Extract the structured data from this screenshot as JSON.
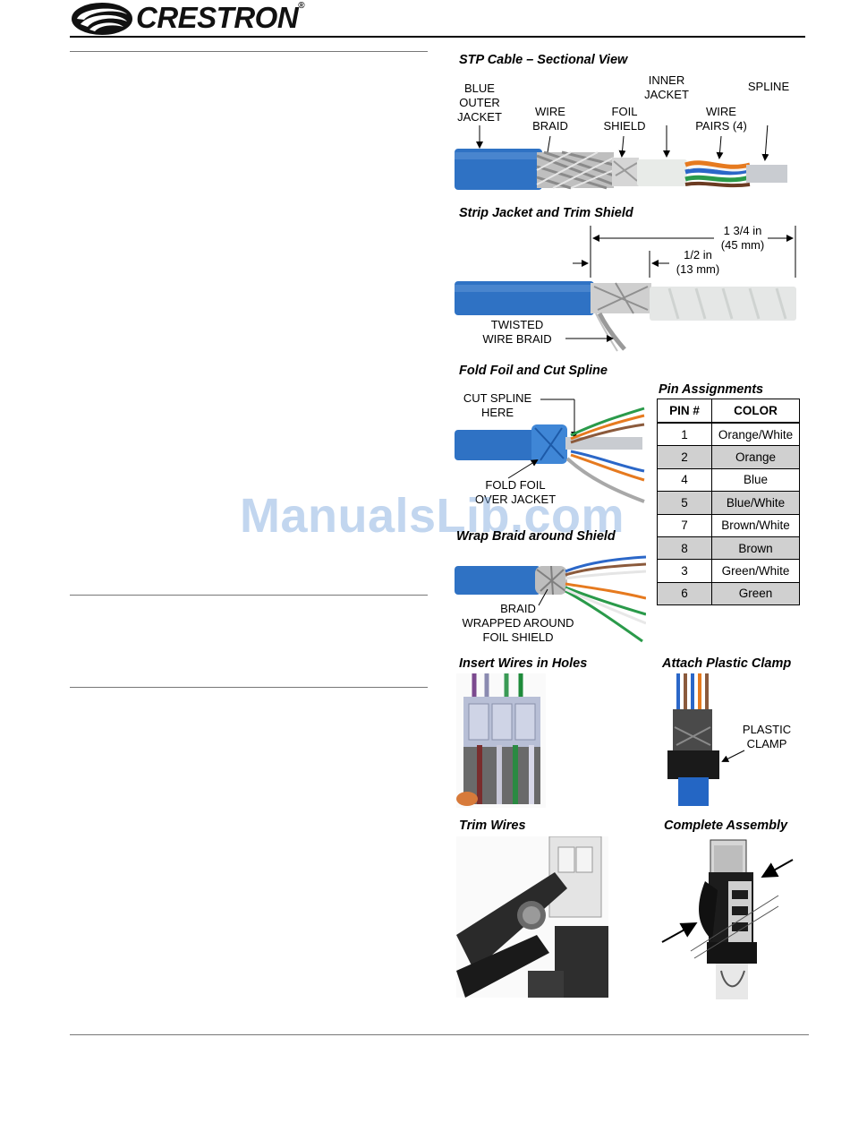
{
  "header": {
    "brand": "CRESTRON",
    "registered": "®"
  },
  "sections": {
    "stp": {
      "title": "STP Cable – Sectional View",
      "callouts": {
        "blue_outer_jacket": "BLUE\nOUTER\nJACKET",
        "wire_braid": "WIRE\nBRAID",
        "foil_shield": "FOIL\nSHIELD",
        "inner_jacket": "INNER\nJACKET",
        "wire_pairs": "WIRE\nPAIRS (4)",
        "spline": "SPLINE"
      }
    },
    "strip": {
      "title": "Strip Jacket and Trim Shield",
      "dim_long": "1 3/4 in\n(45 mm)",
      "dim_short": "1/2 in\n(13 mm)",
      "twisted_braid": "TWISTED\nWIRE BRAID"
    },
    "fold": {
      "title": "Fold Foil and Cut Spline",
      "cut_spline": "CUT SPLINE\nHERE",
      "fold_foil": "FOLD FOIL\nOVER JACKET"
    },
    "wrap": {
      "title": "Wrap Braid around Shield",
      "braid_wrapped": "BRAID\nWRAPPED AROUND\nFOIL SHIELD"
    },
    "insert": {
      "title": "Insert Wires in Holes"
    },
    "clamp": {
      "title": "Attach Plastic Clamp",
      "plastic_clamp": "PLASTIC\nCLAMP"
    },
    "trim": {
      "title": "Trim Wires"
    },
    "complete": {
      "title": "Complete Assembly"
    }
  },
  "pin_table": {
    "title": "Pin Assignments",
    "headers": [
      "PIN #",
      "COLOR"
    ],
    "rows": [
      {
        "pin": "1",
        "color": "Orange/White",
        "shaded": false
      },
      {
        "pin": "2",
        "color": "Orange",
        "shaded": true
      },
      {
        "pin": "4",
        "color": "Blue",
        "shaded": false
      },
      {
        "pin": "5",
        "color": "Blue/White",
        "shaded": true
      },
      {
        "pin": "7",
        "color": "Brown/White",
        "shaded": false
      },
      {
        "pin": "8",
        "color": "Brown",
        "shaded": true
      },
      {
        "pin": "3",
        "color": "Green/White",
        "shaded": false
      },
      {
        "pin": "6",
        "color": "Green",
        "shaded": true
      }
    ]
  },
  "watermark": "ManualsLib.com",
  "colors": {
    "cable_blue": "#2f72c4",
    "shade": "#d0d0d0",
    "brand": "#111111"
  }
}
